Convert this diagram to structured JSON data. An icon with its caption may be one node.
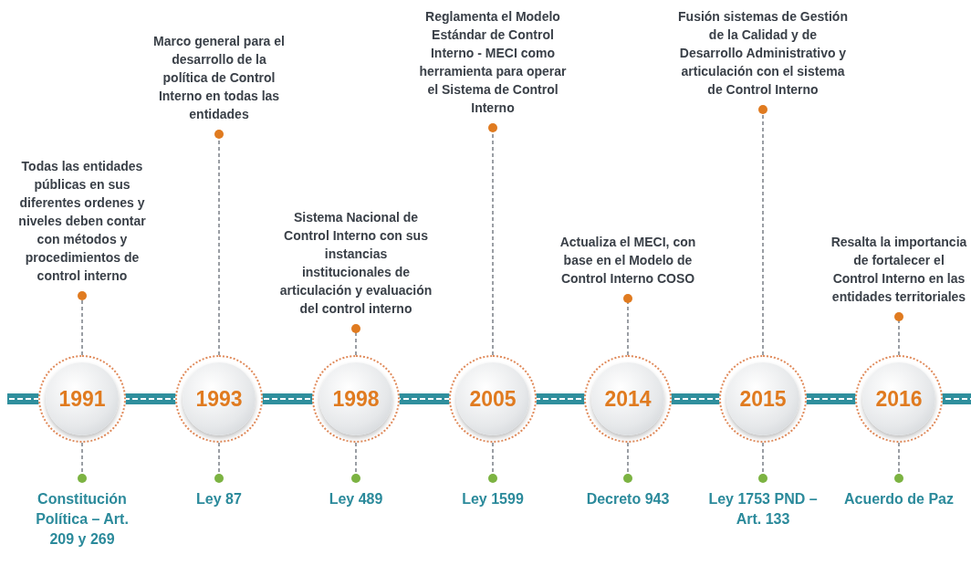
{
  "diagram": {
    "nodes": [
      {
        "text": [
          "1991"
        ]
      },
      {
        "text": [
          "1993"
        ]
      },
      {
        "text": [
          "1998"
        ]
      },
      {
        "text": [
          "2005"
        ]
      },
      {
        "text": [
          "2014"
        ]
      },
      {
        "text": [
          "2015"
        ]
      },
      {
        "text": [
          "2016"
        ]
      },
      {
        "text": [
          "Todas las entidades públicas en sus diferentes ordenes y niveles deben contar con métodos y procedimientos de control interno"
        ]
      },
      {
        "text": [
          "Marco general para el desarrollo de la política de Control Interno en todas las entidades"
        ]
      },
      {
        "text": [
          "Sistema Nacional de Control Interno con sus instancias institucionales de articulación y evaluación del control interno"
        ]
      },
      {
        "text": [
          "Reglamenta el Modelo Estándar de Control Interno - MECI como herramienta para operar el Sistema de Control Interno"
        ]
      },
      {
        "text": [
          "Actualiza el MECI, con base en el Modelo de Control Interno COSO"
        ]
      },
      {
        "text": [
          "Fusión sistemas de Gestión de la Calidad y de Desarrollo Administrativo y articulación con el sistema de Control Interno"
        ]
      },
      {
        "text": [
          "Resalta la importancia de fortalecer el Control Interno en las entidades territoriales"
        ]
      },
      {
        "text": [
          "Constitución Política – Art. 209 y 269"
        ]
      },
      {
        "text": [
          "Ley 87"
        ]
      },
      {
        "text": [
          "Ley 489"
        ]
      },
      {
        "text": [
          "Ley 1599"
        ]
      },
      {
        "text": [
          "Decreto 943"
        ]
      },
      {
        "text": [
          "Ley 1753 PND – Art. 133"
        ]
      },
      {
        "text": [
          "Acuerdo de Paz"
        ]
      }
    ],
    "edges": [
      {
        "from": 0,
        "to": 7,
        "arrow": "other",
        "style": "dashed"
      },
      {
        "from": 0,
        "to": 14,
        "arrow": "other",
        "style": "dashed"
      },
      {
        "from": 1,
        "to": 8,
        "arrow": "other",
        "style": "dashed"
      },
      {
        "from": 1,
        "to": 15,
        "arrow": "other",
        "style": "dashed"
      },
      {
        "from": 2,
        "to": 9,
        "arrow": "other",
        "style": "dashed"
      },
      {
        "from": 2,
        "to": 16,
        "arrow": "other",
        "style": "dashed"
      },
      {
        "from": 3,
        "to": 10,
        "arrow": "other",
        "style": "dashed"
      },
      {
        "from": 3,
        "to": 17,
        "arrow": "other",
        "style": "dashed"
      },
      {
        "from": 4,
        "to": 11,
        "arrow": "other",
        "style": "dashed"
      },
      {
        "from": 4,
        "to": 18,
        "arrow": "other",
        "style": "dashed"
      },
      {
        "from": 5,
        "to": 12,
        "arrow": "other",
        "style": "dashed"
      },
      {
        "from": 5,
        "to": 19,
        "arrow": "other",
        "style": "dashed"
      },
      {
        "from": 6,
        "to": 13,
        "arrow": "other",
        "style": "dashed"
      },
      {
        "from": 6,
        "to": 20,
        "arrow": "other",
        "style": "dashed"
      }
    ]
  }
}
